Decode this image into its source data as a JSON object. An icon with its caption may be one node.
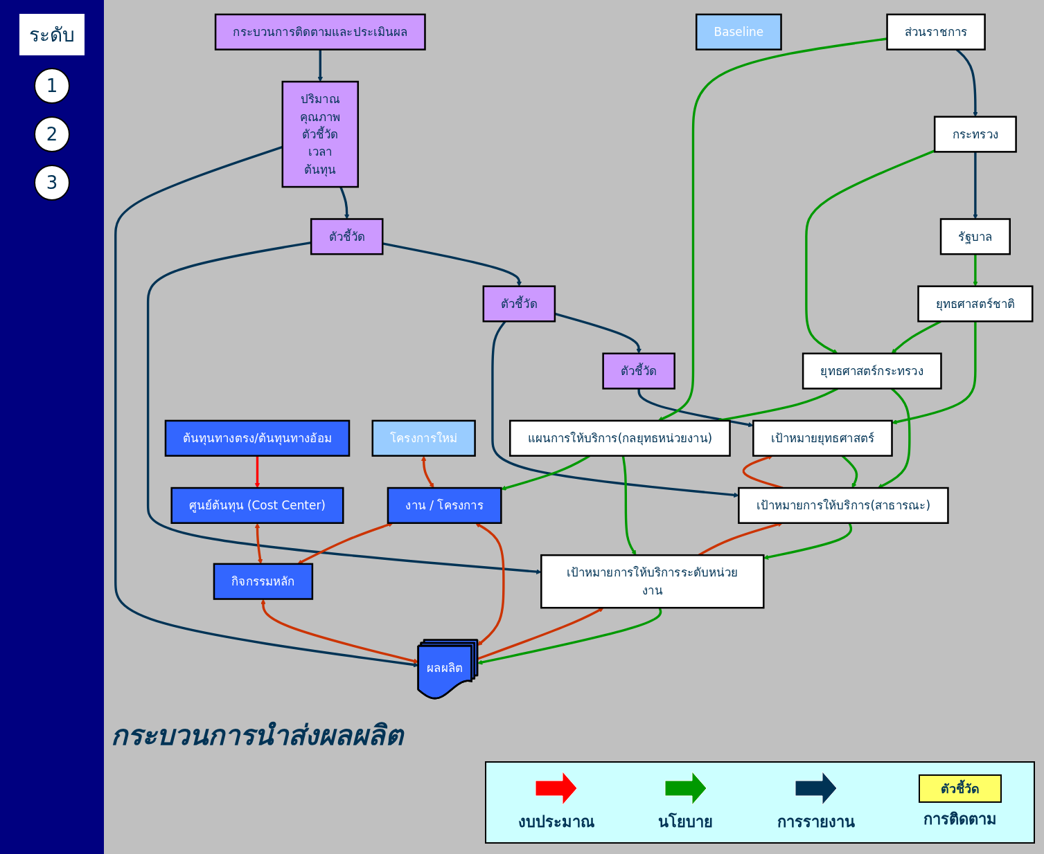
{
  "diagram": {
    "caption": "กระบวนการนำส่งผลผลิต",
    "nodes": [
      {
        "text": [
          "รัฐบาล"
        ]
      },
      {
        "text": [
          "ยุทธศาสตร์ชาติ"
        ]
      },
      {
        "text": [
          "เป้าหมายยุทธศาสตร์"
        ]
      },
      {
        "text": [
          "ตัวชี้วัด"
        ]
      },
      {
        "text": [
          "กระทรวง"
        ]
      },
      {
        "text": [
          "ยุทธศาสตร์กระทรวง"
        ]
      },
      {
        "text": [
          "เป้าหมายการให้บริการ(สาธารณะ)"
        ]
      },
      {
        "text": [
          "ตัวชี้วัด"
        ]
      },
      {
        "text": [
          "ส่วนราชการ"
        ]
      },
      {
        "text": [
          "แผนการให้บริการ(กลยุทธหน่วยงาน)"
        ]
      },
      {
        "text": [
          "เป้าหมายการให้บริการระดับหน่วยงาน"
        ]
      },
      {
        "text": [
          "ตัวชี้วัด"
        ]
      },
      {
        "text": [
          "Baseline"
        ]
      },
      {
        "text": [
          "โครงการใหม่"
        ]
      },
      {
        "text": [
          "งาน / โครงการ"
        ]
      },
      {
        "text": [
          "ผลผลิต"
        ]
      },
      {
        "text": [
          "ปริมาณ",
          "คุณภาพ",
          "ตัวชี้วัด",
          "เวลา",
          "ต้นทุน"
        ]
      },
      {
        "text": [
          "ศูนย์ต้นทุน (Cost Center)"
        ]
      },
      {
        "text": [
          "กิจกรรมหลัก"
        ]
      },
      {
        "text": [
          "กระบวนการติดตามและประเมินผล"
        ]
      },
      {
        "text": [
          "ต้นทุนทางตรง/ต้นทุนทางอ้อม"
        ]
      }
    ],
    "edges": [
      {
        "from": 0,
        "to": 1,
        "arrow": "to",
        "color": "#009900"
      },
      {
        "from": 1,
        "to": 2,
        "arrow": "to",
        "color": "#009900"
      },
      {
        "from": 1,
        "to": 5,
        "arrow": "to",
        "color": "#009900"
      },
      {
        "from": 4,
        "to": 0,
        "arrow": "to",
        "color": "#003355"
      },
      {
        "from": 3,
        "to": 2,
        "arrow": "to",
        "color": "#003355"
      },
      {
        "from": 2,
        "to": 6,
        "arrow": "to",
        "color": "#009900"
      },
      {
        "from": 6,
        "to": 2,
        "arrow": "to",
        "color": "#cc3300"
      },
      {
        "from": 7,
        "to": 3,
        "arrow": "to",
        "color": "#003355"
      },
      {
        "from": 4,
        "to": 5,
        "arrow": "to",
        "color": "#009900"
      },
      {
        "from": 5,
        "to": 6,
        "arrow": "to",
        "color": "#009900"
      },
      {
        "from": 7,
        "to": 6,
        "arrow": "to",
        "color": "#003355"
      },
      {
        "from": 8,
        "to": 4,
        "arrow": "to",
        "color": "#003355"
      },
      {
        "from": 5,
        "to": 9,
        "arrow": "to",
        "color": "#009900"
      },
      {
        "from": 6,
        "to": 10,
        "arrow": "to",
        "color": "#009900"
      },
      {
        "from": 10,
        "to": 6,
        "arrow": "to",
        "color": "#cc3300"
      },
      {
        "from": 11,
        "to": 7,
        "arrow": "to",
        "color": "#003355"
      },
      {
        "from": 8,
        "to": 9,
        "arrow": "to",
        "color": "#009900"
      },
      {
        "from": 9,
        "to": 10,
        "arrow": "to",
        "color": "#009900"
      },
      {
        "from": 11,
        "to": 10,
        "arrow": "to",
        "color": "#003355"
      },
      {
        "from": 9,
        "to": 14,
        "arrow": "to",
        "color": "#009900"
      },
      {
        "from": 10,
        "to": 15,
        "arrow": "to",
        "color": "#009900"
      },
      {
        "from": 15,
        "to": 10,
        "arrow": "to",
        "color": "#cc3300"
      },
      {
        "from": 16,
        "to": 11,
        "arrow": "to",
        "color": "#003355"
      },
      {
        "from": 13,
        "to": 14,
        "arrow": "both",
        "color": "#cc3300"
      },
      {
        "from": 14,
        "to": 15,
        "arrow": "both",
        "color": "#cc3300"
      },
      {
        "from": 16,
        "to": 15,
        "arrow": "to",
        "color": "#003355"
      },
      {
        "from": 14,
        "to": 18,
        "arrow": "both",
        "color": "#cc3300"
      },
      {
        "from": 17,
        "to": 18,
        "arrow": "both",
        "color": "#cc3300"
      },
      {
        "from": 18,
        "to": 15,
        "arrow": "both",
        "color": "#cc3300"
      },
      {
        "from": 19,
        "to": 16,
        "arrow": "to",
        "color": "#003355"
      },
      {
        "from": 20,
        "to": 17,
        "arrow": "to",
        "color": "#ff0000"
      }
    ],
    "labels": [
      "ระดับ",
      "1",
      "2",
      "3",
      "ตัวชี้วัด"
    ],
    "legend": [
      {
        "text": "งบประมาณ"
      },
      {
        "text": "นโยบาย"
      },
      {
        "text": "การรายงาน"
      },
      {
        "text": "การติดตาม",
        "color": "#ffff66"
      }
    ]
  }
}
